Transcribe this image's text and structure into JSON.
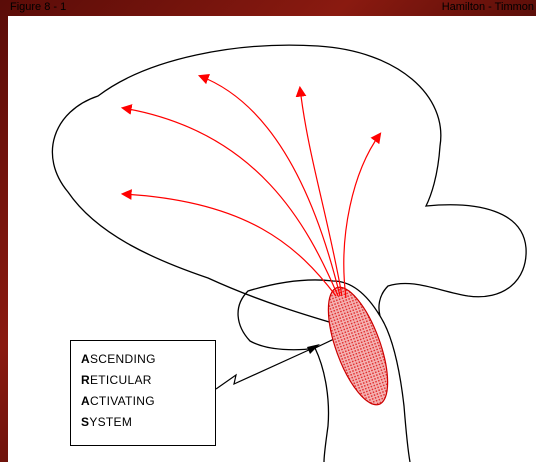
{
  "header": {
    "figure_label": "Figure 8 - 1",
    "author_label": "Hamilton - Timmon"
  },
  "label_box": {
    "lines": [
      {
        "initial": "A",
        "rest": "SCENDING"
      },
      {
        "initial": "R",
        "rest": "ETICULAR"
      },
      {
        "initial": "A",
        "rest": "CTIVATING"
      },
      {
        "initial": "S",
        "rest": "YSTEM"
      }
    ]
  },
  "colors": {
    "background_dark": "#5a0c08",
    "panel": "#ffffff",
    "outline": "#000000",
    "arrow": "#ff0000",
    "reticular_fill": "#e56a6a"
  }
}
